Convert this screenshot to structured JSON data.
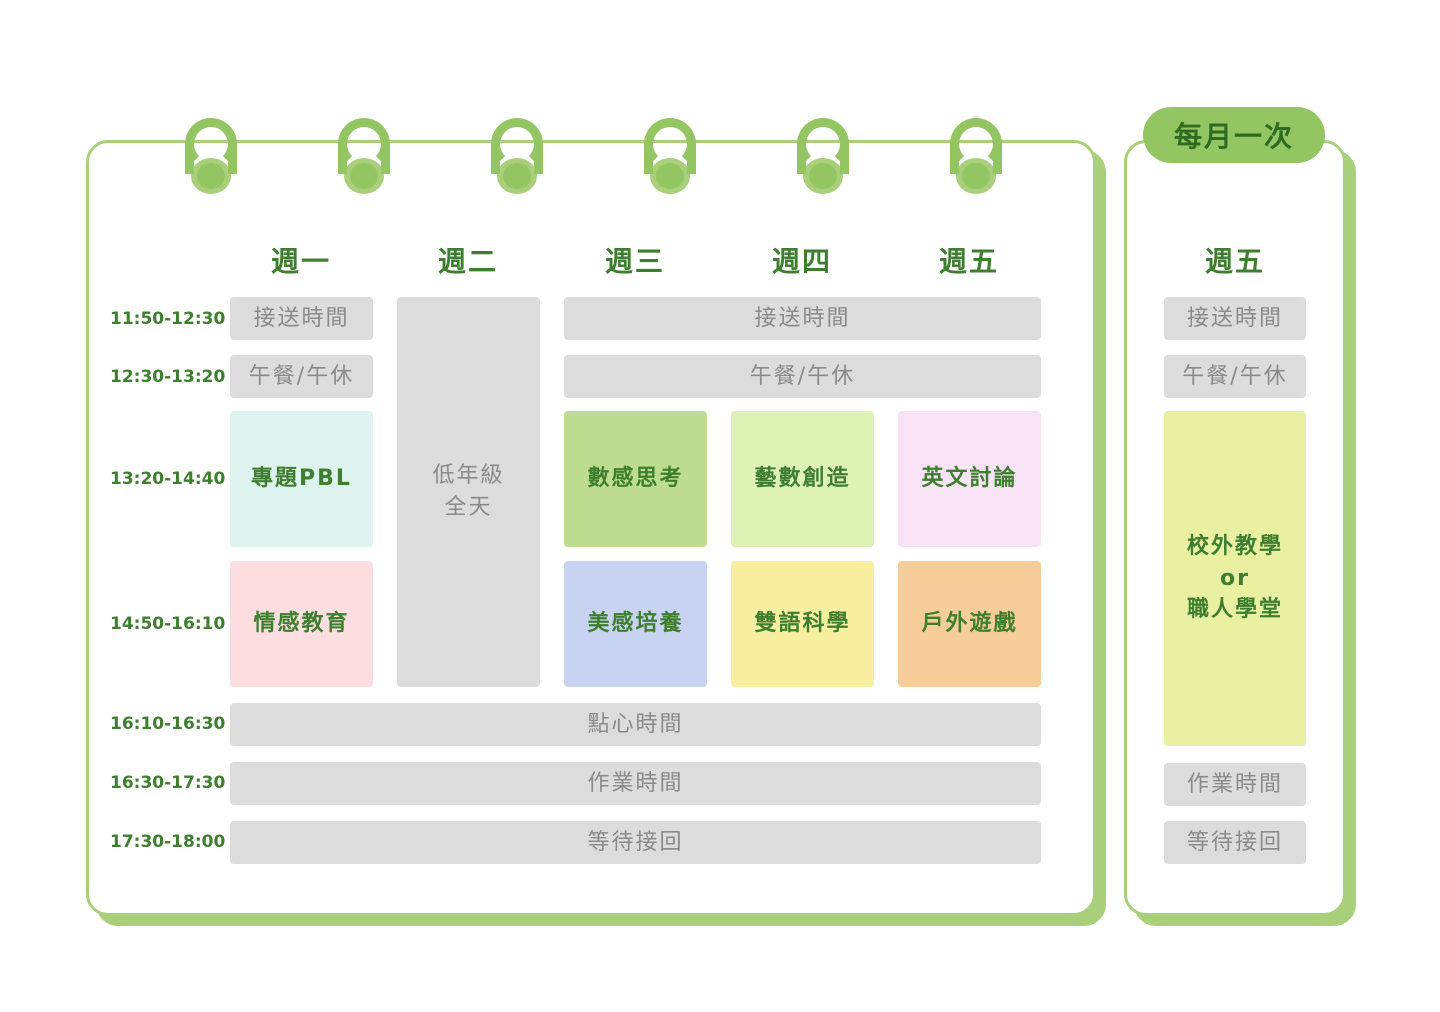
{
  "badge": "每月一次",
  "days": [
    "週一",
    "週二",
    "週三",
    "週四",
    "週五"
  ],
  "monthly_day": "週五",
  "times": [
    "11:50-12:30",
    "12:30-13:20",
    "13:20-14:40",
    "14:50-16:10",
    "16:10-16:30",
    "16:30-17:30",
    "17:30-18:00"
  ],
  "cells": {
    "mon_pickup": "接送時間",
    "mon_lunch": "午餐/午休",
    "mon_pbl": "專題PBL",
    "mon_emotion": "情感教育",
    "tue_fullday": "低年級\n全天",
    "wed_fri_pickup": "接送時間",
    "wed_fri_lunch": "午餐/午休",
    "wed_math": "數感思考",
    "thu_art": "藝數創造",
    "fri_english": "英文討論",
    "wed_beauty": "美感培養",
    "thu_science": "雙語科學",
    "fri_outdoor": "戶外遊戲",
    "snack": "點心時間",
    "homework": "作業時間",
    "wait": "等待接回"
  },
  "monthly": {
    "pickup": "接送時間",
    "lunch": "午餐/午休",
    "special": "校外教學\nor\n職人學堂",
    "homework": "作業時間",
    "wait": "等待接回"
  },
  "colors": {
    "card_border": "#a9cf7b",
    "ring": "#93c563",
    "pbl": "#def3ee",
    "emotion": "#fcdde0",
    "math": "#bedc8f",
    "art": "#dff2b5",
    "english": "#f7e3f5",
    "beauty": "#c7d3f0",
    "science": "#f7ee9f",
    "outdoor": "#f6cd99",
    "special": "#eaf0a1"
  }
}
